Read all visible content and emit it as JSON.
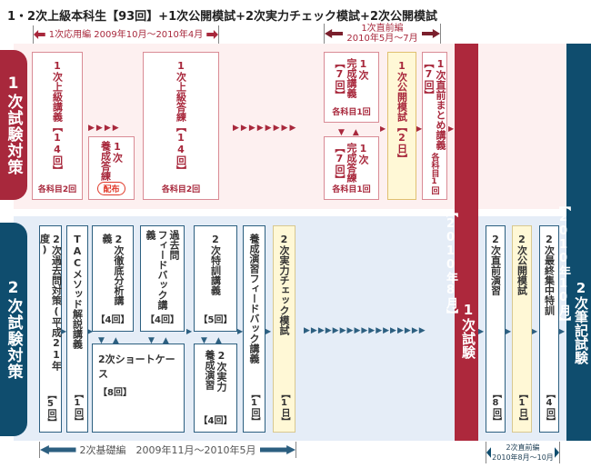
{
  "title": "1・2次上級本科生【93回】+1次公開模試+2次実力チェック模試+2次公開模試",
  "colors": {
    "red": "#a8283c",
    "blue": "#0f4d6e",
    "pink_bg": "#fdf0f0",
    "blue_bg": "#e5edf7",
    "yellow": "#fff8d6"
  },
  "stage1": {
    "label": "1次試験対策",
    "range_applied": "1次応用編 2009年10月～2010年4月",
    "range_final": [
      "1次直前編",
      "2010年5月～7月"
    ],
    "boxes": [
      {
        "lines": [
          "1次上級講義【14回】"
        ],
        "note": "各科目2回"
      },
      {
        "lines": [
          "1次",
          "養成答練"
        ],
        "badge": "配布"
      },
      {
        "lines": [
          "1次上級答練【14回】"
        ],
        "note": "各科目2回"
      },
      {
        "lines": [
          "1次",
          "完成講義",
          "【7回】"
        ],
        "note": "各科目1回"
      },
      {
        "lines": [
          "1次",
          "完成答練",
          "【7回】"
        ],
        "note": "各科目1回"
      },
      {
        "lines": [
          "1次公開模試【2日】"
        ]
      },
      {
        "lines": [
          "1次直前まとめ講義",
          "【7回】"
        ],
        "note": "各科目1回"
      }
    ]
  },
  "exam1": {
    "label": "1次試験",
    "date": "【2010年8月】"
  },
  "stage2": {
    "label": "2次試験対策",
    "range_basic": "2次基礎編　2009年11月～2010年5月",
    "range_final": [
      "2次直前編",
      "2010年8月～10月"
    ],
    "boxes": [
      {
        "lines": [
          "2次過去問対策(平成21年度)"
        ],
        "count": "【5回】"
      },
      {
        "lines": [
          "TACメソッド解説講義"
        ],
        "count": "【1回】"
      },
      {
        "lines": [
          "2次徹底分析講義"
        ],
        "count": "【4回】"
      },
      {
        "lines": [
          "過去問",
          "フィードバック講義"
        ],
        "count": "【4回】"
      },
      {
        "lines": [
          "2次特訓講義"
        ],
        "count": "【5回】"
      },
      {
        "lines": [
          "2次ショートケース"
        ],
        "count": "【8回】"
      },
      {
        "lines": [
          "2次実力",
          "養成演習"
        ],
        "count": "【4回】"
      },
      {
        "lines": [
          "養成演習フィードバック講義"
        ],
        "count": "【1回】"
      },
      {
        "lines": [
          "2次実力チェック模試"
        ],
        "count": "【1日】"
      },
      {
        "lines": [
          "2次直前演習"
        ],
        "count": "【8回】"
      },
      {
        "lines": [
          "2次公開模試"
        ],
        "count": "【1日】"
      },
      {
        "lines": [
          "2次最終集中特訓"
        ],
        "count": "【4回】"
      }
    ]
  },
  "exam2": {
    "label": "2次筆記試験",
    "date": "【2010年10月】"
  },
  "arrows": {
    "r4": "▶▶▶▶",
    "r8": "▶▶▶▶▶▶▶▶",
    "r1": "▶",
    "b1": "▶",
    "b16": "▶▶▶▶▶▶▶▶▶▶▶▶▶▶▶▶▶",
    "down_up": "▼　▲"
  }
}
